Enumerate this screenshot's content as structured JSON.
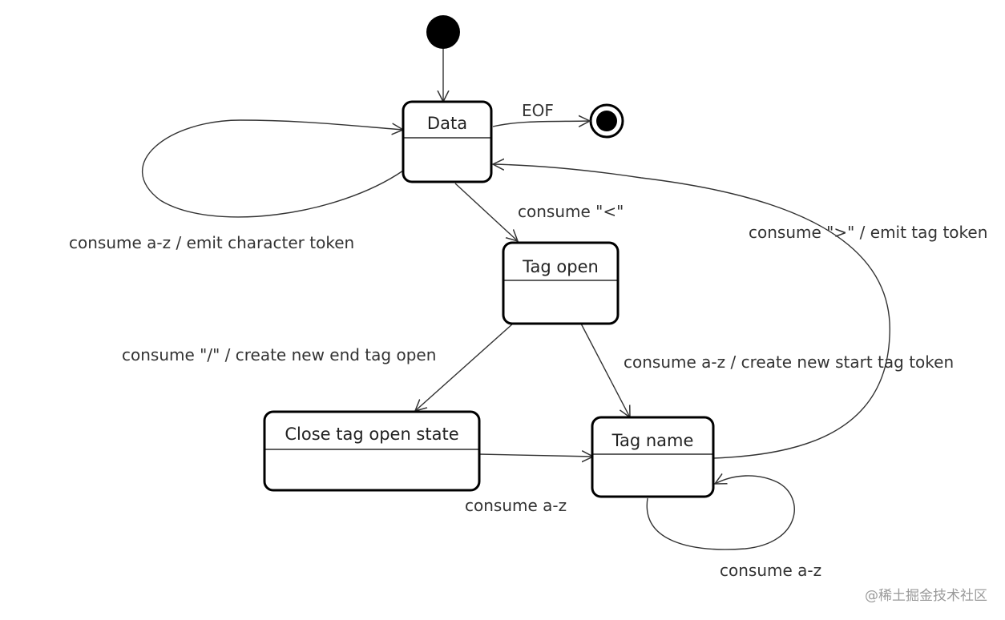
{
  "diagram": {
    "states": {
      "data": "Data",
      "tag_open": "Tag open",
      "close_tag_open": "Close tag open state",
      "tag_name": "Tag name"
    },
    "transitions": {
      "eof": "EOF",
      "data_self": "consume a-z / emit character token",
      "data_to_tag_open": "consume \"<\"",
      "tag_name_to_data": "consume \">\" / emit tag token",
      "tag_open_to_close": "consume \"/\" / create new end tag open",
      "tag_open_to_tag_name": "consume a-z / create new start tag token",
      "close_to_tag_name": "consume a-z",
      "tag_name_self": "consume a-z"
    }
  },
  "watermark": "@稀土掘金技术社区"
}
